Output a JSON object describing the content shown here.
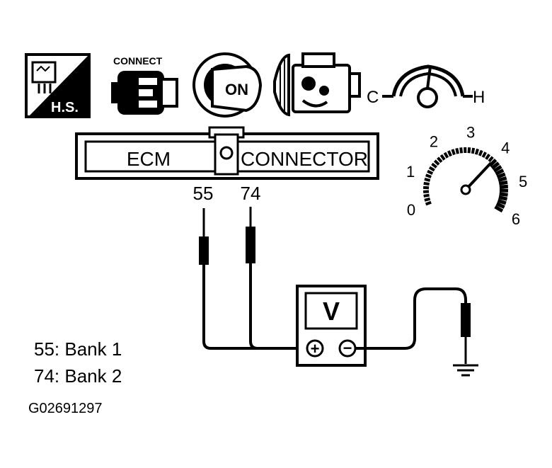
{
  "icons": {
    "hs_label": "H.S.",
    "connect_label": "CONNECT",
    "ignition_label": "ON",
    "temp_cold": "C",
    "temp_hot": "H"
  },
  "ecm": {
    "left_label": "ECM",
    "right_label": "CONNECTOR"
  },
  "terminals": [
    "55",
    "74"
  ],
  "meter": {
    "label": "V",
    "plus": "+",
    "minus": "−"
  },
  "tach": {
    "ticks": [
      "0",
      "1",
      "2",
      "3",
      "4",
      "5",
      "6"
    ],
    "needle_value": 4
  },
  "legend": [
    "55: Bank 1",
    "74: Bank 2"
  ],
  "figure_code": "G02691297"
}
